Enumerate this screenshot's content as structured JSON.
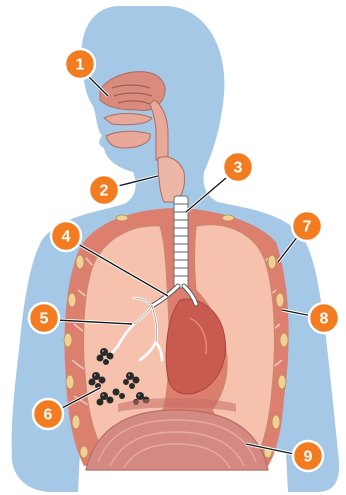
{
  "diagram": {
    "colors": {
      "body": "#a4c8e6",
      "cavity": "#dc7f6f",
      "lung": "#f6c2ae",
      "lung_outline": "#c9896f",
      "airway": "#e8a89a",
      "trachea_rings": "#ffffff",
      "heart": "#c95a50",
      "diaphragm": "#d48a82",
      "alveoli": "#2a2a2a",
      "marker": "#f27c1f",
      "marker_text": "#ffffff"
    },
    "markers": [
      {
        "label": "1"
      },
      {
        "label": "2"
      },
      {
        "label": "3"
      },
      {
        "label": "4"
      },
      {
        "label": "5"
      },
      {
        "label": "6"
      },
      {
        "label": "7"
      },
      {
        "label": "8"
      },
      {
        "label": "9"
      }
    ]
  }
}
